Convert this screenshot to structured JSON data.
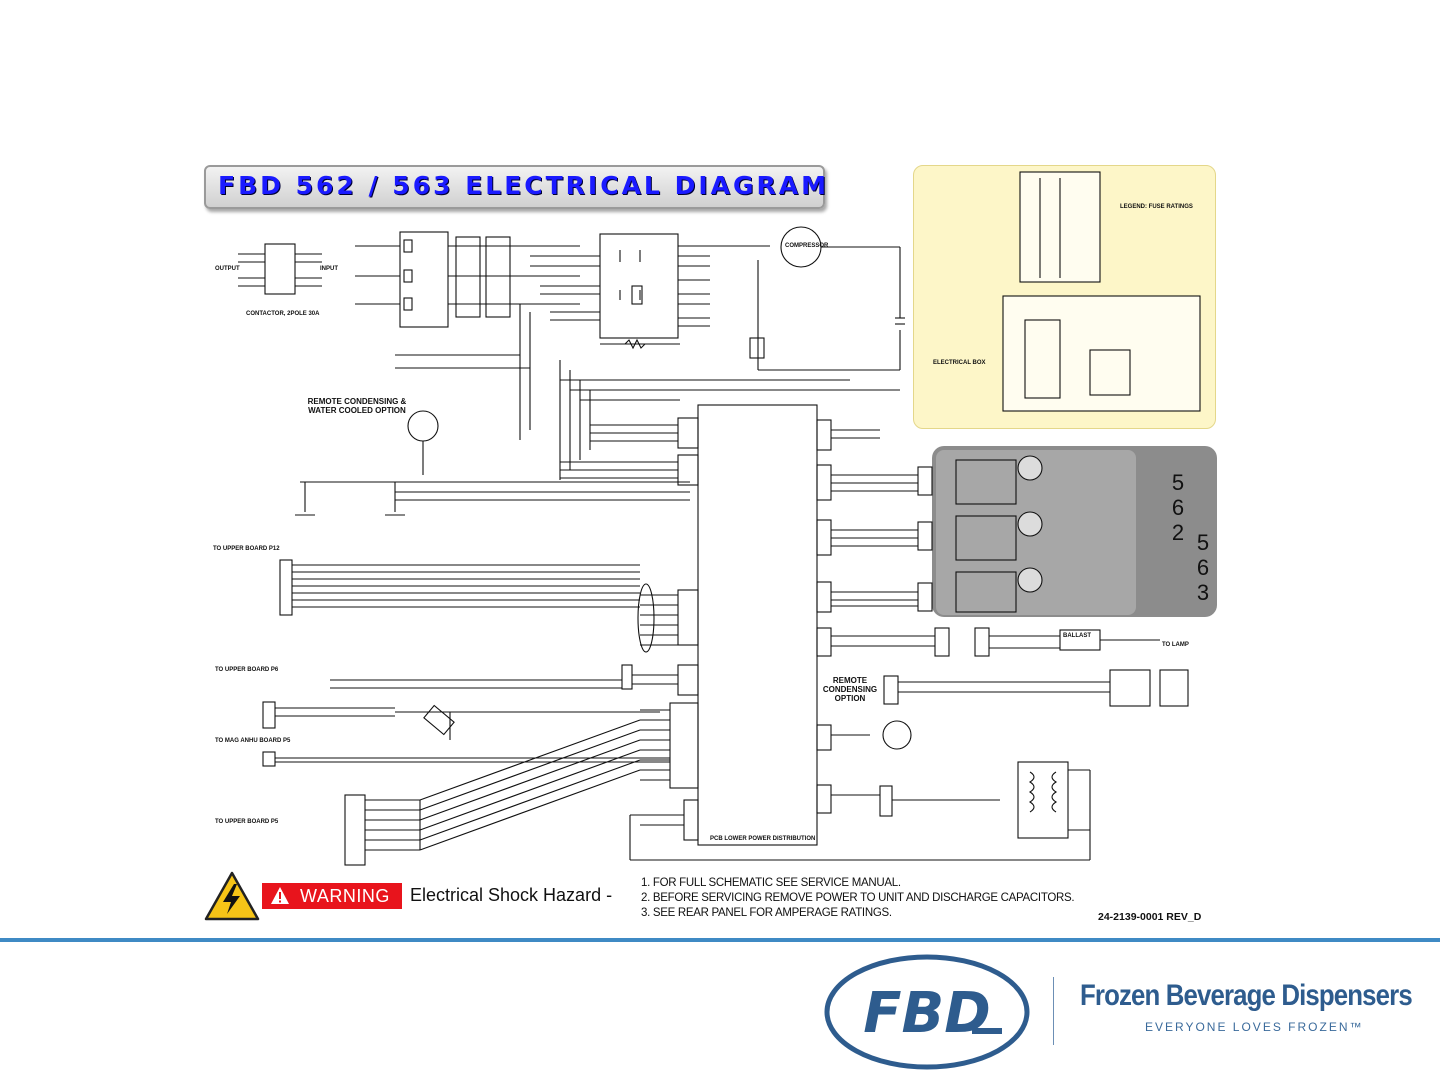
{
  "diagram": {
    "title": "FBD 562 / 563 ELECTRICAL DIAGRAM",
    "labels": {
      "output": "OUTPUT",
      "input": "INPUT",
      "contactor": "CONTACTOR, 2POLE 30A",
      "remote_condensing": "REMOTE CONDENSING & WATER COOLED OPTION",
      "to_upper_board_p12": "TO UPPER BOARD P12",
      "to_upper_board_p6": "TO UPPER BOARD P6",
      "to_mag_anhu_board_p5": "TO MAG ANHU BOARD P5",
      "to_upper_board_p5": "TO UPPER BOARD P5",
      "compressor": "COMPRESSOR",
      "electrical_box": "ELECTRICAL BOX",
      "legend_fuse_ratings": "LEGEND: FUSE RATINGS",
      "remote_condensing_option": "REMOTE CONDENSING OPTION",
      "pcb_lower": "PCB LOWER POWER DISTRIBUTION",
      "ballast": "BALLAST",
      "to_lamp": "TO LAMP"
    },
    "side_numbers_562": [
      "5",
      "6",
      "2"
    ],
    "side_numbers_563": [
      "5",
      "6",
      "3"
    ]
  },
  "warning": {
    "badge": "WARNING",
    "hazard": "Electrical Shock Hazard -"
  },
  "notes": [
    "1. FOR FULL SCHEMATIC SEE SERVICE MANUAL.",
    "2. BEFORE SERVICING REMOVE POWER TO UNIT AND DISCHARGE CAPACITORS.",
    "3. SEE REAR PANEL FOR AMPERAGE RATINGS."
  ],
  "document_number": "24-2139-0001 REV_D",
  "footer": {
    "logo_letters": "FBD",
    "brand": "Frozen Beverage Dispensers",
    "tagline": "EVERYONE LOVES FROZEN™"
  },
  "colors": {
    "title_blue": "#1a1aff",
    "warning_red": "#e8141c",
    "footer_blue": "#3f8ac4",
    "brand_blue": "#2e5c8e",
    "panel_yellow": "#fdf6c8",
    "panel_gray": "#8c8c8c"
  }
}
